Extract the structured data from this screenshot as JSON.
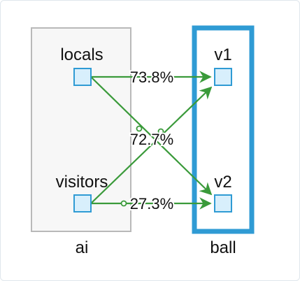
{
  "colors": {
    "edge": "#3a9a3a",
    "node_fill": "#d8effc",
    "node_stroke": "#2f9bd4",
    "group_left_fill": "#f7f7f7",
    "group_left_stroke": "#b9b9b9",
    "group_right_stroke": "#2f9bd4"
  },
  "groups": {
    "left": {
      "label": "ai"
    },
    "right": {
      "label": "ball"
    }
  },
  "nodes": {
    "locals": {
      "label": "locals"
    },
    "visitors": {
      "label": "visitors"
    },
    "v1": {
      "label": "v1"
    },
    "v2": {
      "label": "v2"
    }
  },
  "edges": {
    "locals_v1": {
      "from": "locals",
      "to": "v1",
      "label": "73.8%",
      "value": 73.8
    },
    "visitors_v1": {
      "from": "visitors",
      "to": "v1",
      "label": "72.7%",
      "value": 72.7
    },
    "locals_v2": {
      "from": "locals",
      "to": "v2",
      "label": "",
      "value": null
    },
    "visitors_v2": {
      "from": "visitors",
      "to": "v2",
      "label": "27.3%",
      "value": 27.3
    }
  }
}
